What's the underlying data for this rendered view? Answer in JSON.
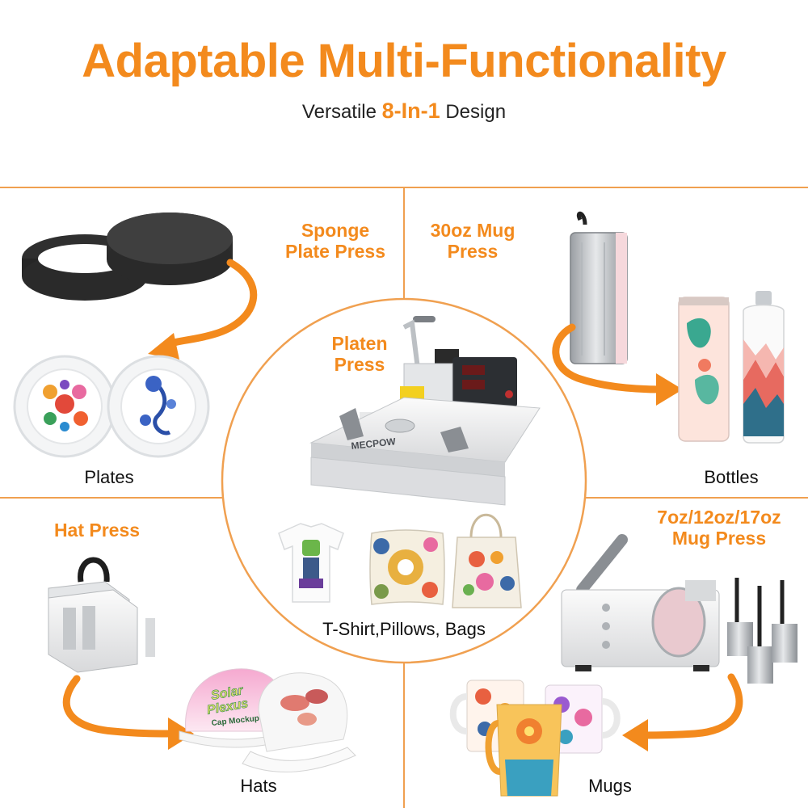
{
  "header": {
    "title": "Adaptable Multi-Functionality",
    "subtitle_pre": "Versatile",
    "subtitle_highlight": "8-In-1",
    "subtitle_post": "Design"
  },
  "sections": {
    "sponge_plate_press": {
      "line1": "Sponge",
      "line2": "Plate Press",
      "product": "Plates"
    },
    "mug_press_30oz": {
      "line1": "30oz Mug",
      "line2": "Press",
      "product": "Bottles"
    },
    "platen_press": {
      "line1": "Platen",
      "line2": "Press",
      "product": "T-Shirt,Pillows, Bags",
      "brand": "MECPOW"
    },
    "hat_press": {
      "line1": "Hat Press",
      "product": "Hats",
      "cap_text1": "Solar",
      "cap_text2": "Plexus",
      "cap_text3": "Cap Mockup"
    },
    "mug_press_small": {
      "line1": "7oz/12oz/17oz",
      "line2": "Mug Press",
      "product": "Mugs"
    }
  },
  "colors": {
    "accent": "#f38a1d",
    "divider": "#f0a050"
  }
}
